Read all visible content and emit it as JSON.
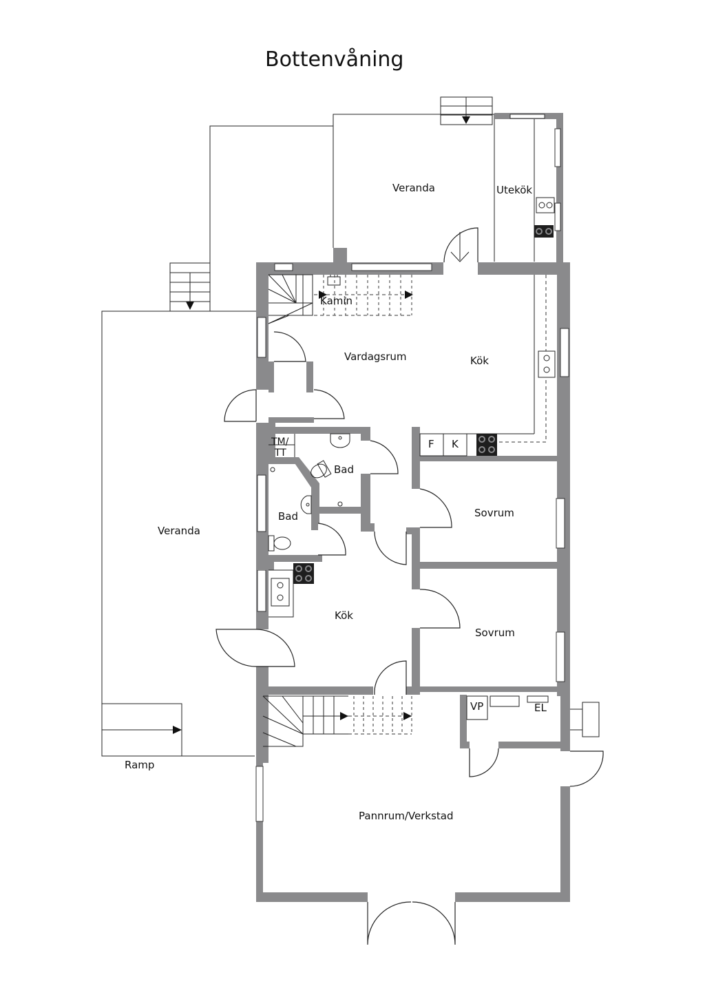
{
  "title": "Bottenvåning",
  "rooms": {
    "veranda_top": "Veranda",
    "utekok": "Utekök",
    "kamin": "Kamin",
    "vardagsrum": "Vardagsrum",
    "kok_upper": "Kök",
    "fridge": "F",
    "freezer": "K",
    "tm_tt_line1": "TM/",
    "tm_tt_line2": "TT",
    "bad_upper": "Bad",
    "bad_lower": "Bad",
    "sovrum_1": "Sovrum",
    "veranda_left": "Veranda",
    "kok_lower": "Kök",
    "sovrum_2": "Sovrum",
    "vp": "VP",
    "el": "EL",
    "ramp": "Ramp",
    "pannrum": "Pannrum/Verkstad"
  },
  "icons": [
    "stove-icon",
    "sink-icon",
    "toilet-icon",
    "washbasin-icon",
    "stairs-icon",
    "door-swing-icon",
    "window-icon",
    "direction-arrow-icon"
  ]
}
